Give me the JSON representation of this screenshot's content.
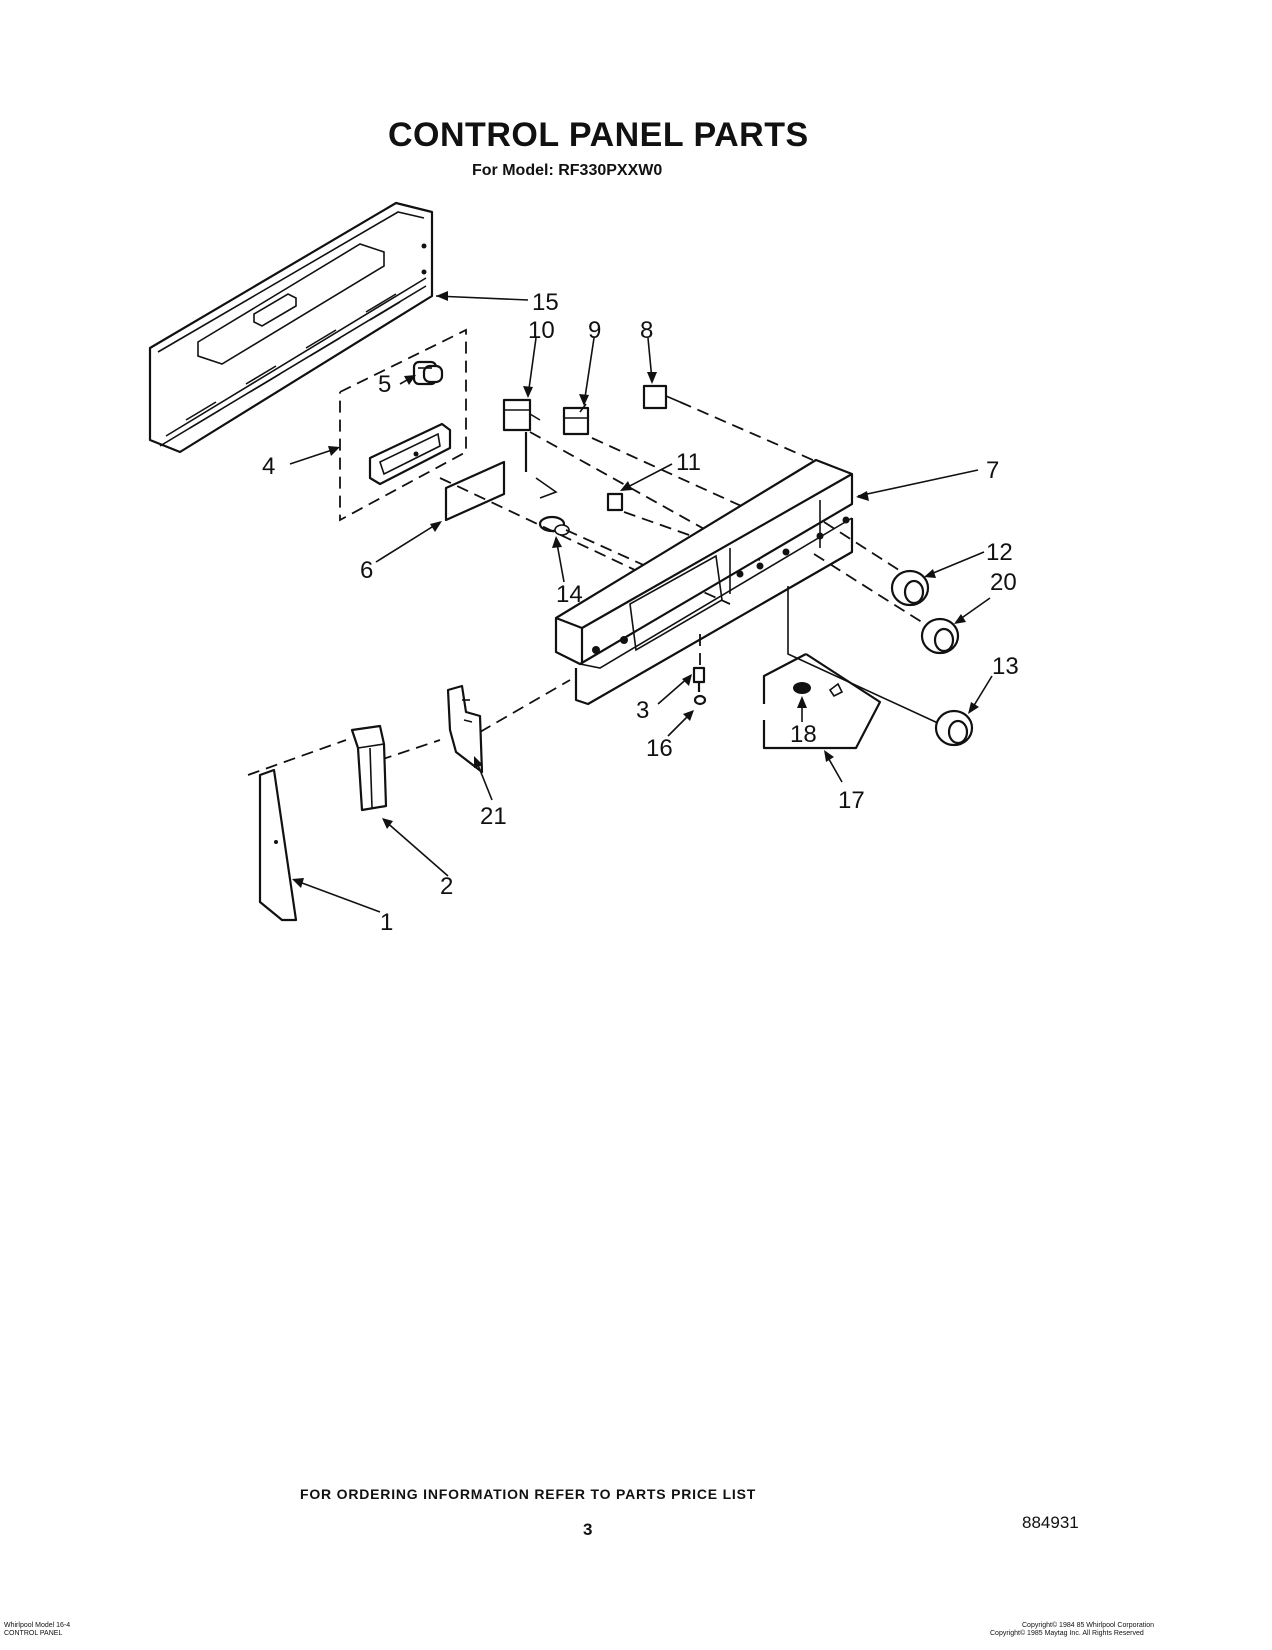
{
  "header": {
    "title": "CONTROL PANEL PARTS",
    "model": "For Model: RF330PXXW0"
  },
  "footer": {
    "ordering_info": "FOR ORDERING INFORMATION REFER TO PARTS PRICE LIST",
    "page_number": "3",
    "part_number": "884931",
    "left_line1": "Whirlpool Model 16-4",
    "left_line2": "CONTROL PANEL",
    "right_line1": "Copyright© 1984 85 Whirlpool Corporation",
    "right_line2": "Copyright© 1985 Maytag Inc. All Rights Reserved"
  },
  "callouts": {
    "c1": "1",
    "c2": "2",
    "c3": "3",
    "c4": "4",
    "c5": "5",
    "c6": "6",
    "c7": "7",
    "c8": "8",
    "c9": "9",
    "c10": "10",
    "c11": "11",
    "c12": "12",
    "c13": "13",
    "c14": "14",
    "c15": "15",
    "c16": "16",
    "c17": "17",
    "c18": "18",
    "c20": "20",
    "c21": "21"
  }
}
